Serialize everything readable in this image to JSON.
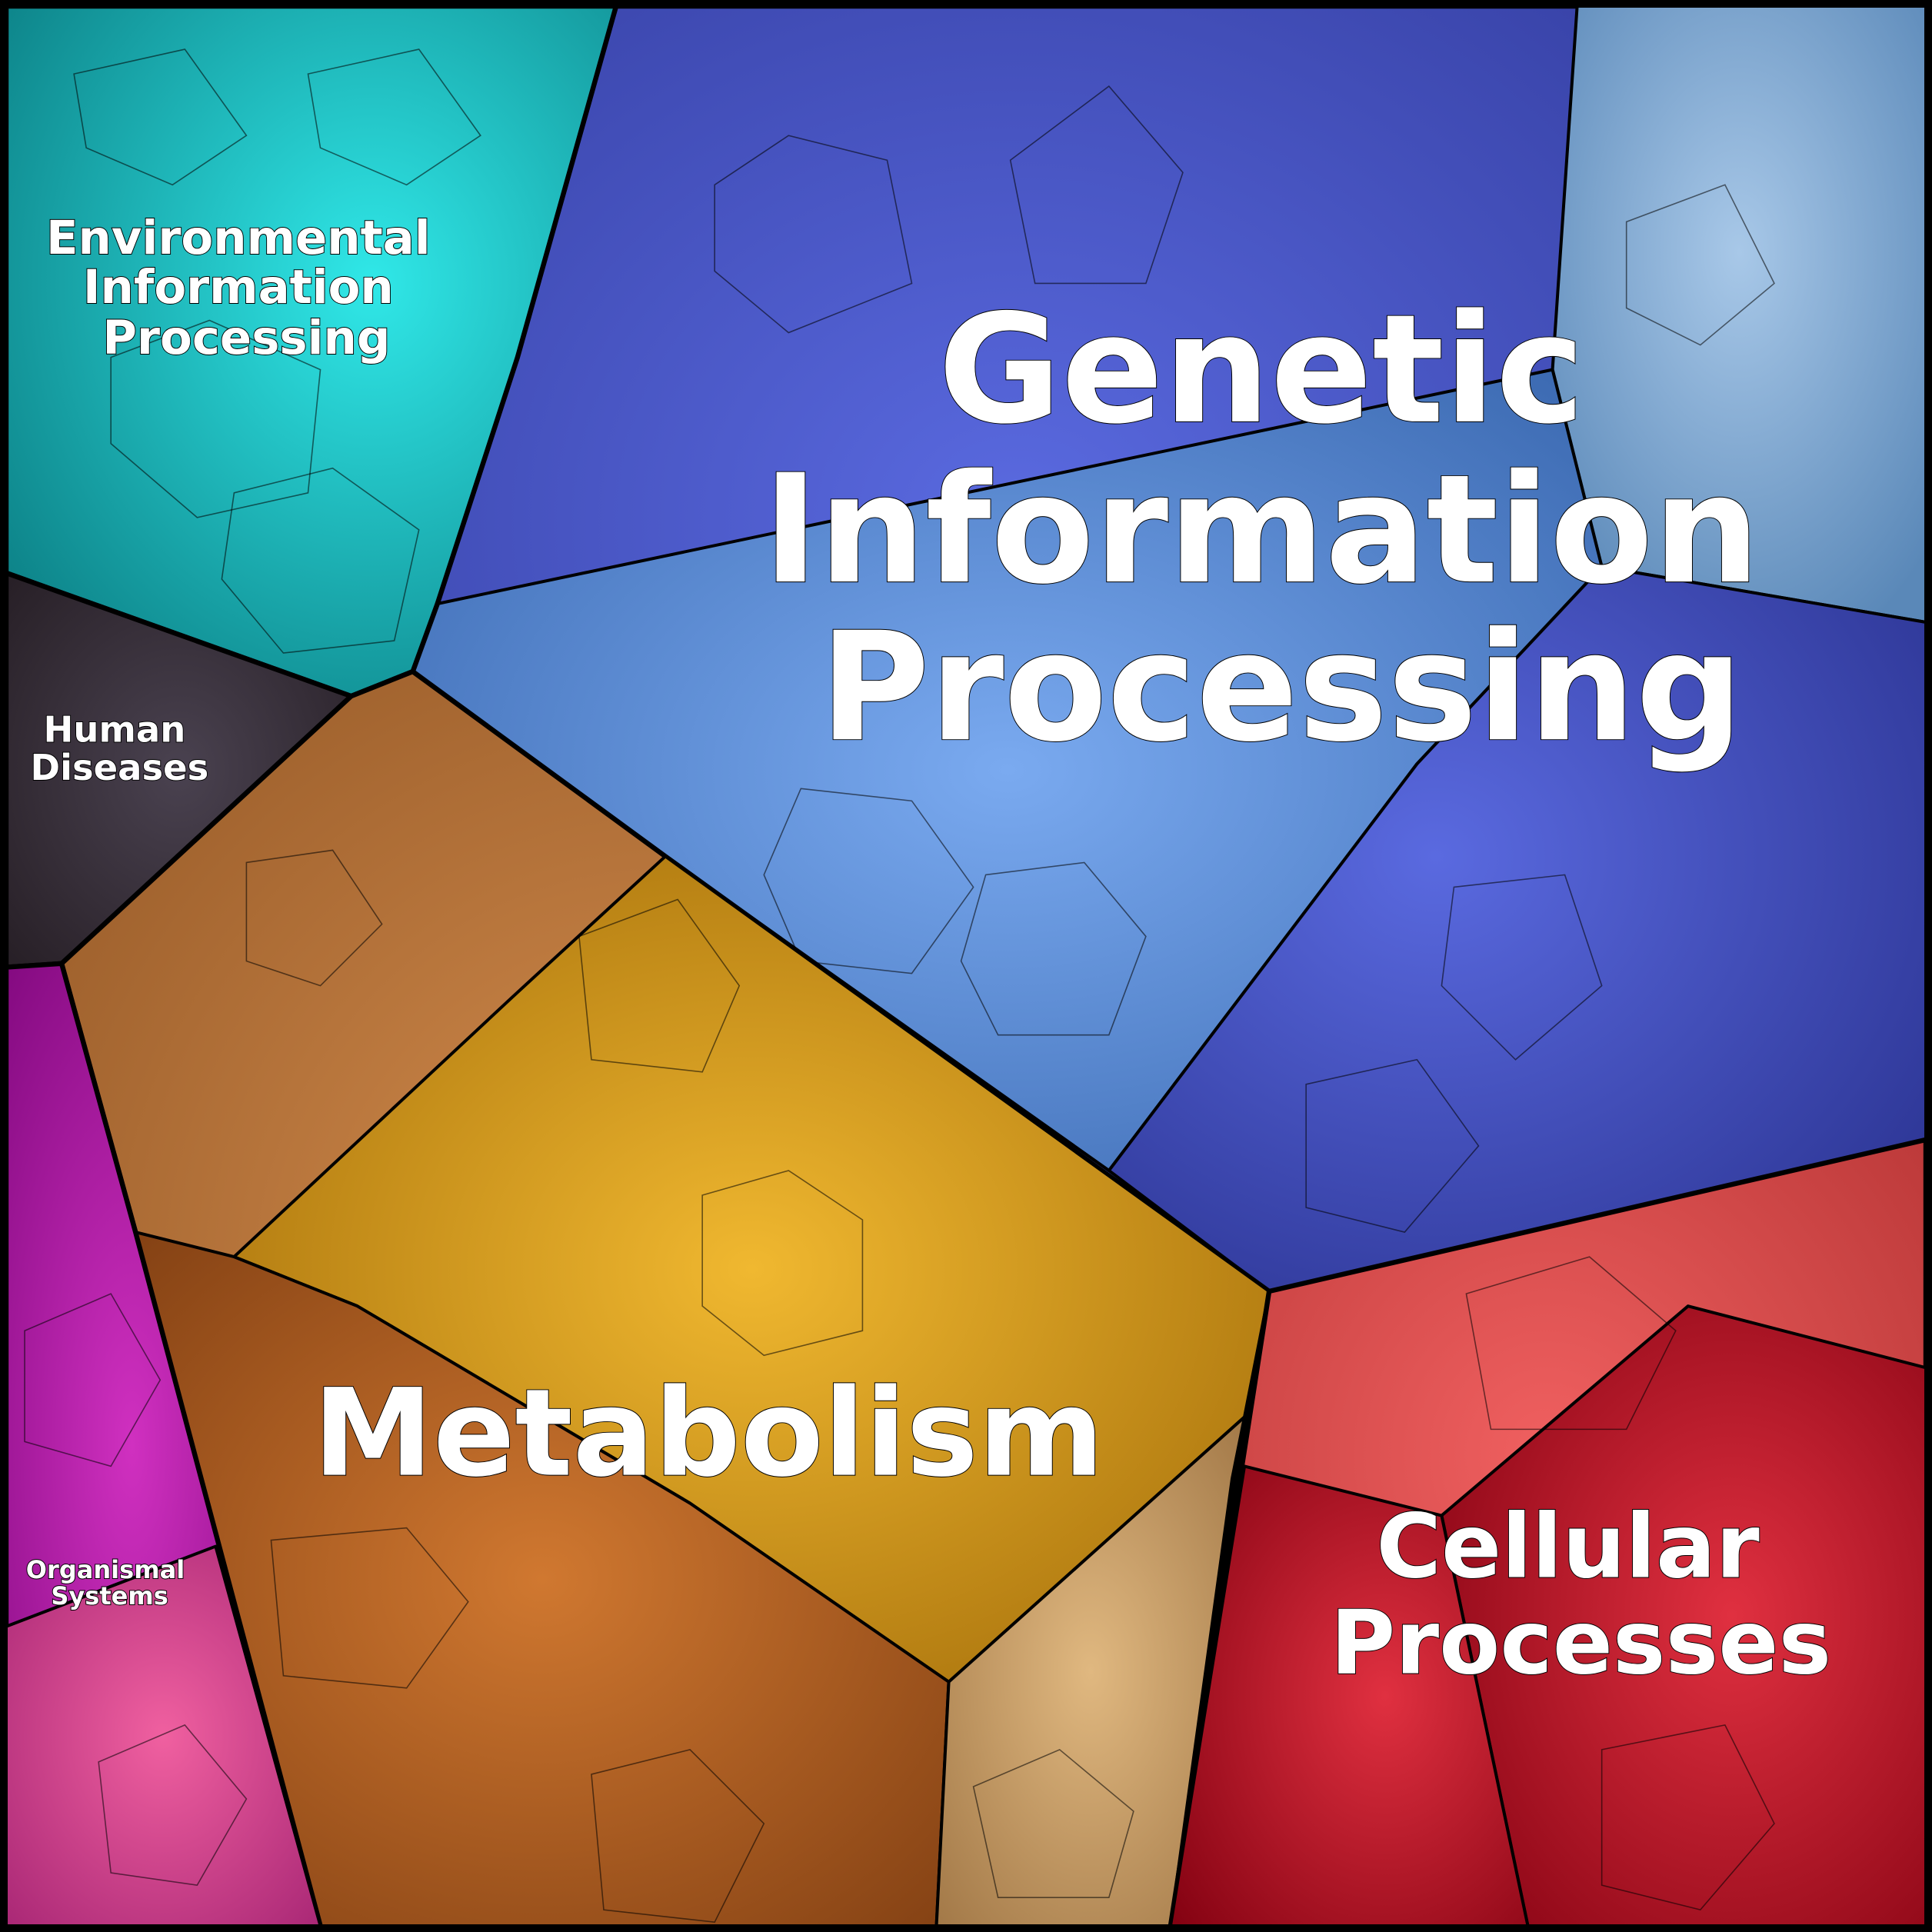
{
  "chart_data": {
    "type": "treemap",
    "style": "voronoi",
    "categories": [
      {
        "name": "Genetic Information Processing",
        "lines": [
          "Genetic",
          "Information",
          "Processing"
        ],
        "color": "#4a55c8"
      },
      {
        "name": "Metabolism",
        "lines": [
          "Metabolism"
        ],
        "color": "#c8862a"
      },
      {
        "name": "Cellular Processes",
        "lines": [
          "Cellular",
          "Processes"
        ],
        "color": "#c8283a"
      },
      {
        "name": "Environmental Information Processing",
        "lines": [
          "Environmental",
          "Information",
          "Processing"
        ],
        "color": "#1aa8a8"
      },
      {
        "name": "Human Diseases",
        "lines": [
          "Human",
          "Diseases"
        ],
        "color": "#3a2e36"
      },
      {
        "name": "Organismal Systems",
        "lines": [
          "Organismal",
          "Systems"
        ],
        "color": "#b0209a"
      }
    ]
  }
}
